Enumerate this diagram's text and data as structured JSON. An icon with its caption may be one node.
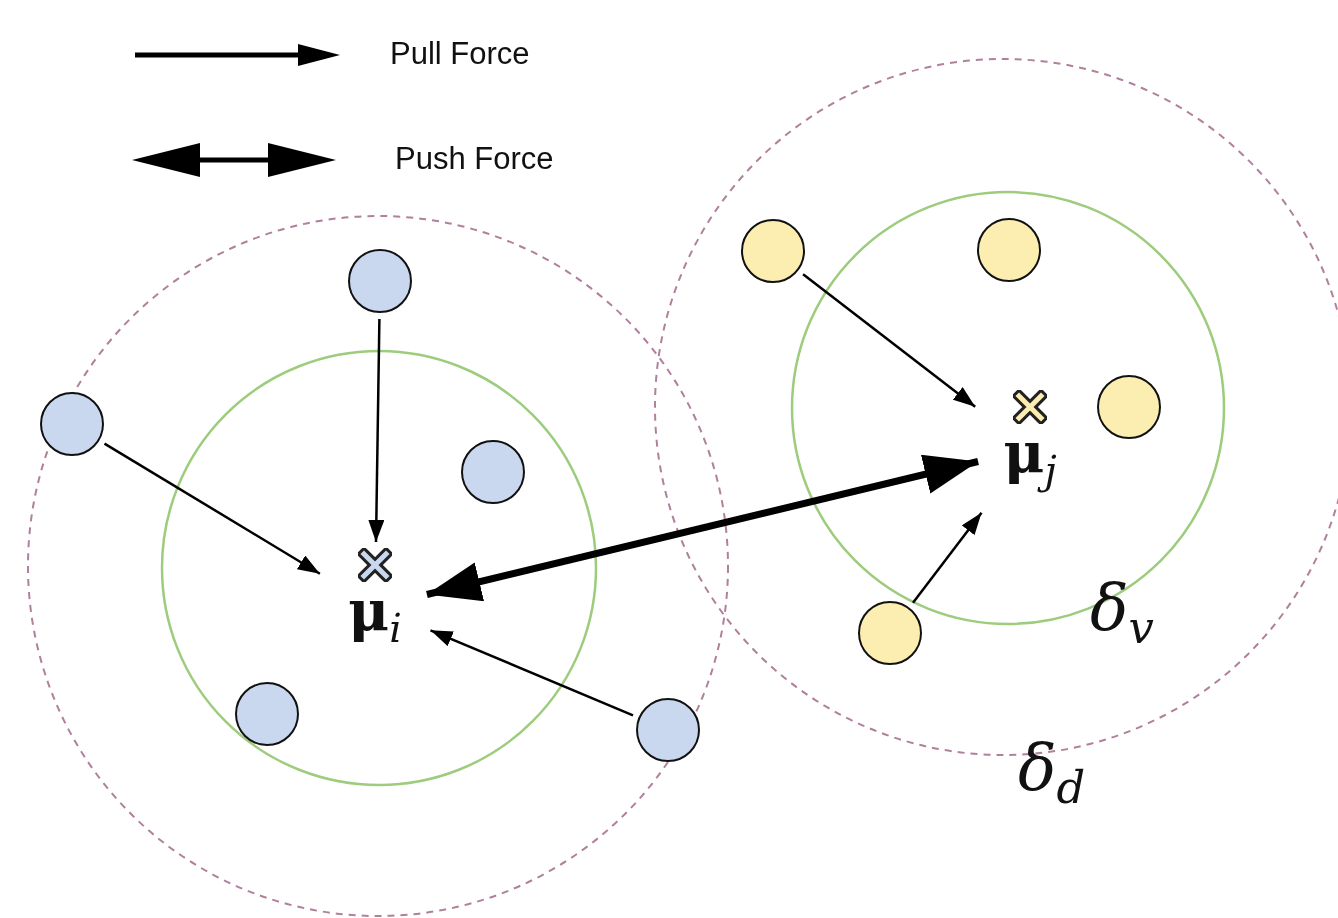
{
  "diagram": {
    "nodes": [
      {
        "text": [],
        "shape": "circle"
      },
      {
        "text": [],
        "shape": "circle"
      },
      {
        "text": [],
        "shape": "circle"
      },
      {
        "text": [],
        "shape": "circle"
      },
      {
        "text": [],
        "shape": "circle"
      },
      {
        "text": [],
        "shape": "circle"
      },
      {
        "text": [],
        "shape": "circle"
      },
      {
        "text": [],
        "shape": "circle"
      },
      {
        "text": [],
        "shape": "circle"
      },
      {
        "text": [
          "**μ**$_{i}$"
        ]
      },
      {
        "text": [
          "**μ**$_{j}$"
        ]
      }
    ],
    "edges": [
      {
        "from": 0,
        "to": 9,
        "arrow": "to"
      },
      {
        "from": 2,
        "to": 9,
        "arrow": "to"
      },
      {
        "from": 4,
        "to": 9,
        "arrow": "to"
      },
      {
        "from": 5,
        "to": 10,
        "arrow": "to"
      },
      {
        "from": 6,
        "to": 10,
        "arrow": "to"
      },
      {
        "from": 9,
        "to": 10,
        "arrow": "both",
        "style": "thick"
      }
    ],
    "labels": [
      "δ$_{v}$",
      "δ$_{d}$"
    ],
    "legend": [
      {
        "text": "Pull Force"
      },
      {
        "text": "Push Force"
      }
    ]
  }
}
